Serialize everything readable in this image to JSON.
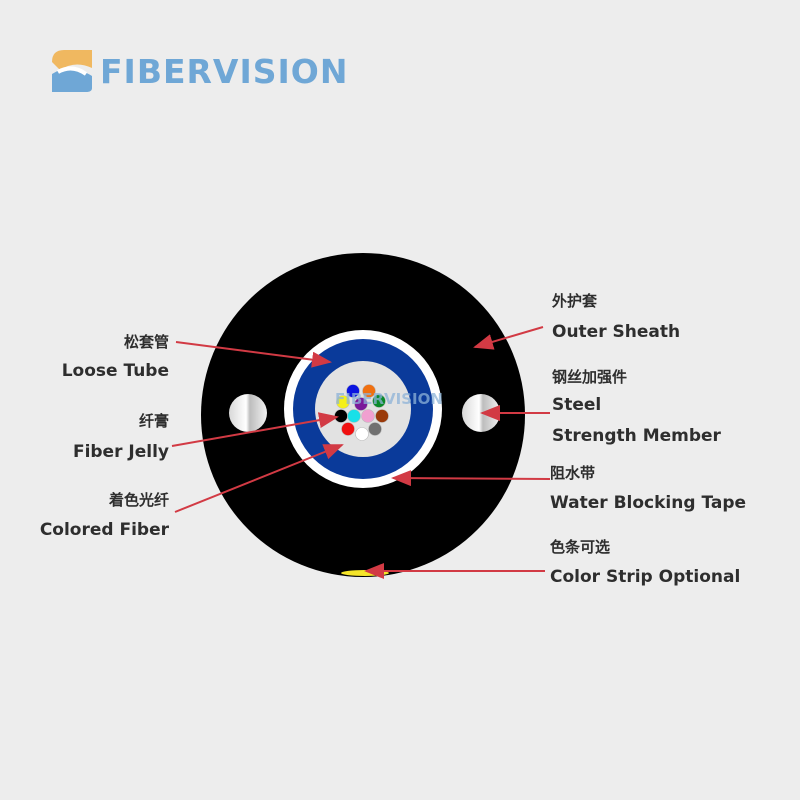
{
  "logo": {
    "text": "FIBERVISION",
    "colors": {
      "blue": "#6fa7d6",
      "orange": "#f0b860"
    }
  },
  "watermark": "FIBERVISION",
  "labels": {
    "loose_tube_cn": "松套管",
    "loose_tube_en": "Loose Tube",
    "fiber_jelly_cn": "纤膏",
    "fiber_jelly_en": "Fiber Jelly",
    "colored_fiber_cn": "着色光纤",
    "colored_fiber_en": "Colored Fiber",
    "outer_sheath_cn": "外护套",
    "outer_sheath_en": "Outer Sheath",
    "steel_cn": "钢丝加强件",
    "steel_en_1": "Steel",
    "steel_en_2": "Strength Member",
    "water_tape_cn": "阻水带",
    "water_tape_en": "Water Blocking Tape",
    "color_strip_cn": "色条可选",
    "color_strip_en": "Color Strip Optional"
  },
  "colors": {
    "sheath": "#000000",
    "tape": "#ffffff",
    "tube": "#0a3a9a",
    "jelly": "#e2e2e2",
    "arrow": "#d23a44",
    "strip": "#f5e52a",
    "fibers": [
      "#0a14e0",
      "#f07010",
      "#f5f018",
      "#7a1a9a",
      "#0a8a2a",
      "#000000",
      "#18e0e8",
      "#f0a0d0",
      "#9a3a0a",
      "#f01010",
      "#ffffff",
      "#707070"
    ]
  }
}
